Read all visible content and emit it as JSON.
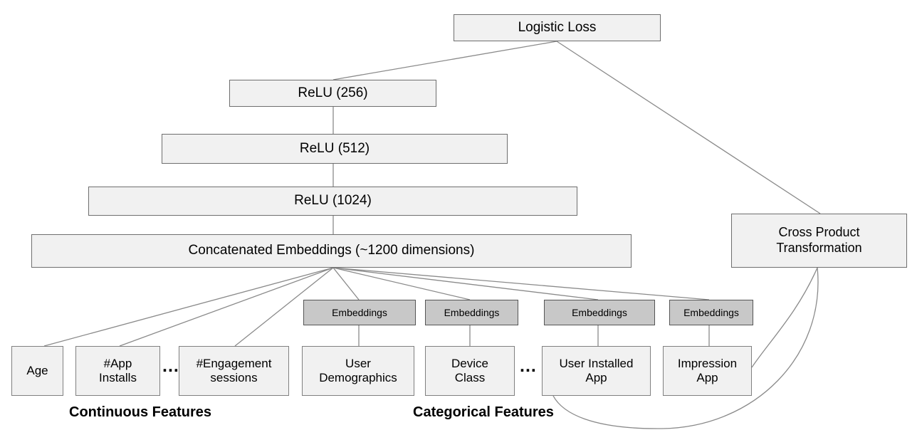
{
  "diagram": {
    "title_nodes": {
      "logistic_loss": "Logistic Loss",
      "relu_256": "ReLU (256)",
      "relu_512": "ReLU (512)",
      "relu_1024": "ReLU (1024)",
      "concat": "Concatenated Embeddings (~1200 dimensions)",
      "cross_product": "Cross Product\nTransformation"
    },
    "cross_product_lines": [
      "Cross Product",
      "Transformation"
    ],
    "embeddings_label": "Embeddings",
    "embedding_nodes": [
      {
        "label": "Embeddings"
      },
      {
        "label": "Embeddings"
      },
      {
        "label": "Embeddings"
      },
      {
        "label": "Embeddings"
      }
    ],
    "continuous_features": [
      {
        "lines": [
          "Age"
        ]
      },
      {
        "lines": [
          "#App",
          "Installs"
        ]
      },
      {
        "lines": [
          "#Engagement",
          "sessions"
        ]
      }
    ],
    "categorical_features": [
      {
        "lines": [
          "User",
          "Demographics"
        ]
      },
      {
        "lines": [
          "Device",
          "Class"
        ]
      },
      {
        "lines": [
          "User Installed",
          "App"
        ]
      },
      {
        "lines": [
          "Impression",
          "App"
        ]
      }
    ],
    "captions": {
      "continuous": "Continuous Features",
      "categorical": "Categorical Features"
    },
    "ellipsis": "...",
    "colors": {
      "box_light_fill": "#f1f1f1",
      "box_dark_fill": "#c8c8c8",
      "box_border": "#808080",
      "box_border_dark": "#555555",
      "wire": "#8a8a8a",
      "text": "#000000",
      "background": "#ffffff"
    }
  }
}
